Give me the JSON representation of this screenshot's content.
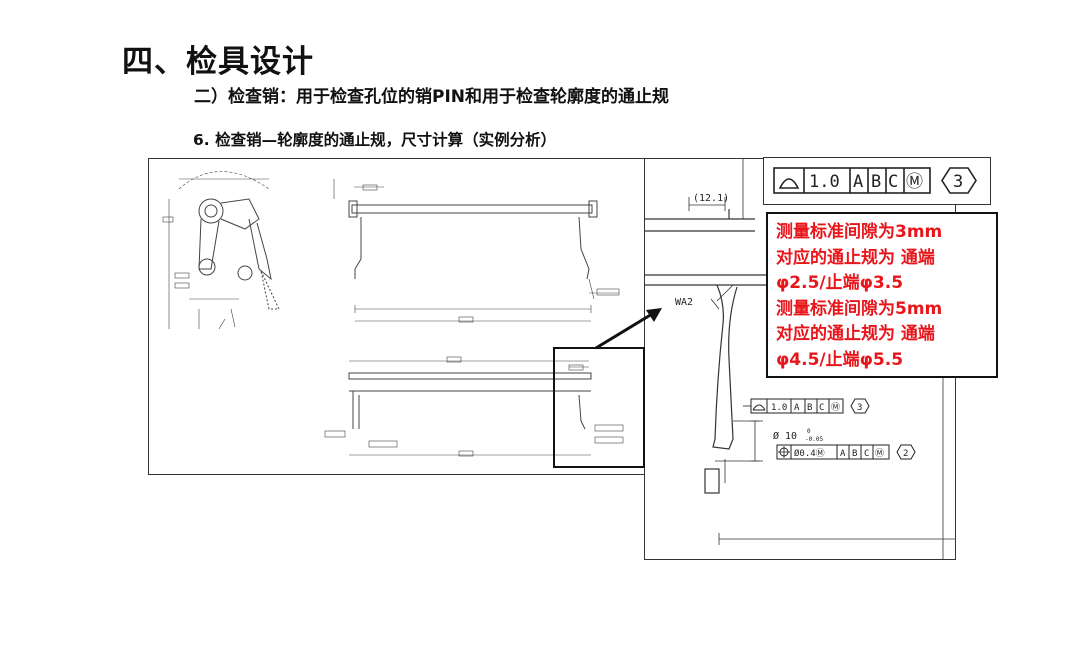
{
  "title": "四、检具设计",
  "subtitle": "二）检查销：用于检查孔位的销PIN和用于检查轮廓度的通止规",
  "section": "6. 检查销—轮廓度的通止规，尺寸计算（实例分析）",
  "fcf_top": {
    "tolerance": "1.0",
    "datums": [
      "A",
      "B",
      "C"
    ],
    "modifier": "Ⓜ",
    "balloon": "3"
  },
  "note": {
    "lines": [
      "测量标准间隙为3mm",
      "对应的通止规为 通端",
      "φ2.5/止端φ3.5",
      "测量标准间隙为5mm",
      "对应的通止规为 通端",
      "φ4.5/止端φ5.5"
    ]
  },
  "detail": {
    "dim_12": "(12.1)",
    "wa2": "WA2",
    "fcf_profile": {
      "tolerance": "1.0",
      "datums": [
        "A",
        "B",
        "C"
      ],
      "modifier": "Ⓜ",
      "balloon": "3"
    },
    "dia_label": "Ø 10",
    "dia_tol_upper": "0",
    "dia_tol_lower": "-0.05",
    "fcf_position": {
      "tolerance": "Ø0.4Ⓜ",
      "datums": [
        "A",
        "B",
        "C"
      ],
      "modifier": "Ⓜ",
      "balloon": "2"
    }
  },
  "colors": {
    "note_text": "#e8161b",
    "line": "#222222"
  }
}
